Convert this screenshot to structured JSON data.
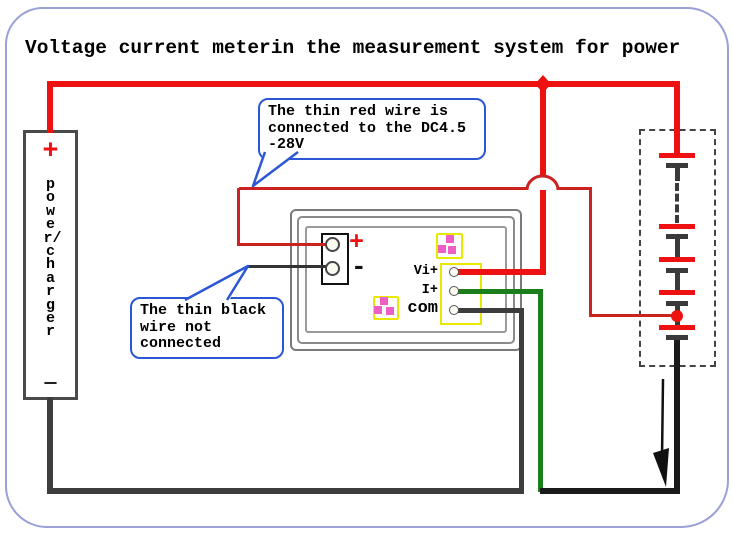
{
  "title": "Voltage current meterin the measurement system for power",
  "left_battery": {
    "plus": "+",
    "label": "power/charger",
    "minus": "—"
  },
  "meter": {
    "plus": "+",
    "minus": "-",
    "terminal_labels": [
      "Vi+",
      "I+",
      "com"
    ]
  },
  "callouts": {
    "red_wire": {
      "lines": [
        "The thin red wire is",
        "connected to the DC4.5",
        "-28V"
      ]
    },
    "black_wire": {
      "lines": [
        "The thin black",
        "wire not",
        "connected"
      ]
    }
  },
  "colors": {
    "wire_red_thick": "#ee1111",
    "wire_red_thin": "#cc2222",
    "wire_green": "#1a7f1a",
    "wire_dark_gray": "#3d3d3d",
    "wire_black": "#1a1a1a",
    "callout_blue": "#2b57d6",
    "connector_yellow": "#e8e800",
    "smd_pink": "#ee5fc4",
    "page_border": "#9aa0d8"
  }
}
